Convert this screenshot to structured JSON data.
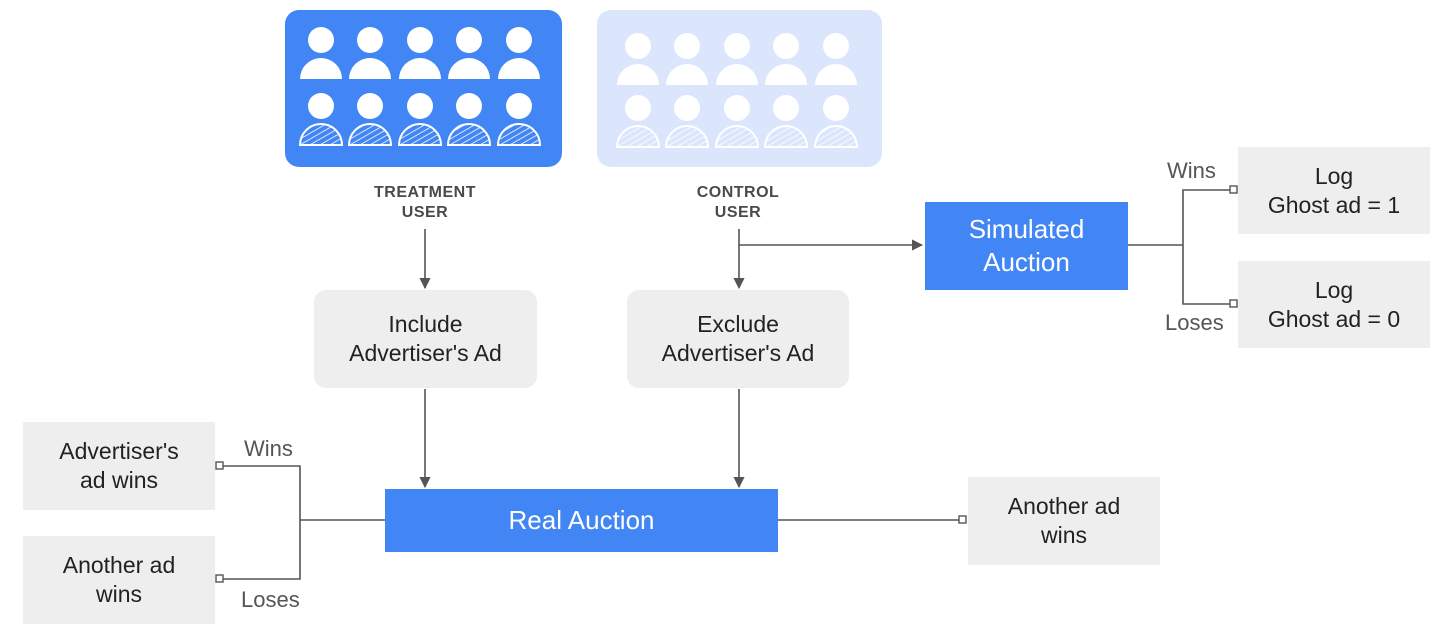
{
  "groups": {
    "treatment": {
      "caption": "TREATMENT\nUSER",
      "color": "#4285f4",
      "icon_color": "#ffffff"
    },
    "control": {
      "caption": "CONTROL\nUSER",
      "color": "#dbe6fd",
      "icon_color": "#ffffff"
    }
  },
  "nodes": {
    "include_ad": "Include\nAdvertiser's Ad",
    "exclude_ad": "Exclude\nAdvertiser's Ad",
    "simulated_auction": "Simulated\nAuction",
    "log_ghost_1": "Log\nGhost ad = 1",
    "log_ghost_0": "Log\nGhost ad = 0",
    "real_auction": "Real Auction",
    "advertiser_wins": "Advertiser's\nad wins",
    "another_wins_left": "Another ad\nwins",
    "another_wins_right": "Another ad\nwins"
  },
  "edge_labels": {
    "sim_wins": "Wins",
    "sim_loses": "Loses",
    "real_wins": "Wins",
    "real_loses": "Loses"
  },
  "icons": {
    "user_icon": "person-icon",
    "count_per_group": 10
  },
  "colors": {
    "accent": "#4285f4",
    "box_gray": "#eeeeee",
    "line": "#555555"
  }
}
